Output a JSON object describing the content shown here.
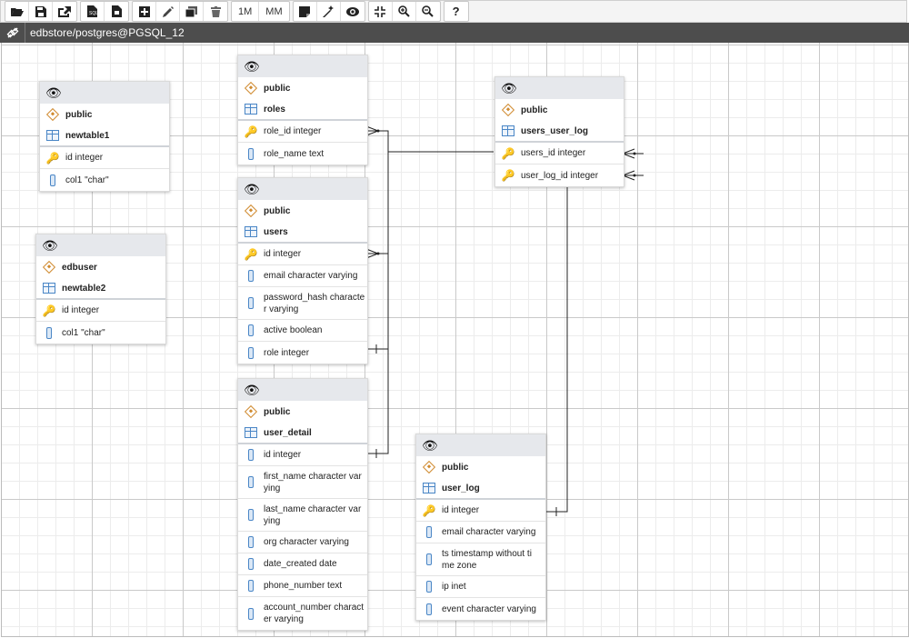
{
  "toolbar": {
    "groups": [
      [
        "open-icon",
        "save-icon",
        "save-as-icon"
      ],
      [
        "sql-icon",
        "download-image-icon"
      ],
      [
        "add-table-icon",
        "edit-icon",
        "clone-icon",
        "delete-icon"
      ],
      [
        "one-to-many-label",
        "many-to-many-label"
      ],
      [
        "note-icon",
        "auto-align-icon",
        "toggle-details-icon"
      ],
      [
        "zoom-to-fit-icon",
        "zoom-in-icon",
        "zoom-out-icon"
      ],
      [
        "help-icon"
      ]
    ],
    "one_to_many": "1M",
    "many_to_many": "MM"
  },
  "titlebar": {
    "connection": "edbstore/postgres@PGSQL_12"
  },
  "tables": [
    {
      "id": "newtable1",
      "schema": "public",
      "name": "newtable1",
      "columns": [
        {
          "name": "id integer",
          "type": "pk"
        },
        {
          "name": "col1 \"char\"",
          "type": "col"
        }
      ]
    },
    {
      "id": "newtable2",
      "schema": "edbuser",
      "name": "newtable2",
      "columns": [
        {
          "name": "id integer",
          "type": "pk"
        },
        {
          "name": "col1 \"char\"",
          "type": "col"
        }
      ]
    },
    {
      "id": "roles",
      "schema": "public",
      "name": "roles",
      "columns": [
        {
          "name": "role_id integer",
          "type": "pk"
        },
        {
          "name": "role_name text",
          "type": "col"
        }
      ]
    },
    {
      "id": "users",
      "schema": "public",
      "name": "users",
      "columns": [
        {
          "name": "id integer",
          "type": "pk"
        },
        {
          "name": "email character varying",
          "type": "col"
        },
        {
          "name": "password_hash character varying",
          "type": "col",
          "line1": "password_hash characte",
          "line2": "r varying"
        },
        {
          "name": "active boolean",
          "type": "col"
        },
        {
          "name": "role integer",
          "type": "col"
        }
      ]
    },
    {
      "id": "user_detail",
      "schema": "public",
      "name": "user_detail",
      "columns": [
        {
          "name": "id integer",
          "type": "col"
        },
        {
          "name": "first_name character varying",
          "type": "col",
          "line1": "first_name character var",
          "line2": "ying"
        },
        {
          "name": "last_name character varying",
          "type": "col",
          "line1": "last_name character var",
          "line2": "ying"
        },
        {
          "name": "org character varying",
          "type": "col"
        },
        {
          "name": "date_created date",
          "type": "col"
        },
        {
          "name": "phone_number text",
          "type": "col"
        },
        {
          "name": "account_number character varying",
          "type": "col",
          "line1": "account_number charact",
          "line2": "er varying"
        }
      ]
    },
    {
      "id": "users_user_log",
      "schema": "public",
      "name": "users_user_log",
      "columns": [
        {
          "name": "users_id integer",
          "type": "fk"
        },
        {
          "name": "user_log_id integer",
          "type": "fk"
        }
      ]
    },
    {
      "id": "user_log",
      "schema": "public",
      "name": "user_log",
      "columns": [
        {
          "name": "id integer",
          "type": "pk"
        },
        {
          "name": "email character varying",
          "type": "col"
        },
        {
          "name": "ts timestamp without time zone",
          "type": "col",
          "line1": "ts timestamp without ti",
          "line2": "me zone"
        },
        {
          "name": "ip inet",
          "type": "col"
        },
        {
          "name": "event character varying",
          "type": "col"
        }
      ]
    }
  ],
  "colors": {
    "titlebar_bg": "#4d4d4d",
    "table_header_bg": "#e6e8ec",
    "schema_icon": "#d08a2f",
    "table_icon": "#4a86c6",
    "key_icon": "#c9a04a"
  }
}
